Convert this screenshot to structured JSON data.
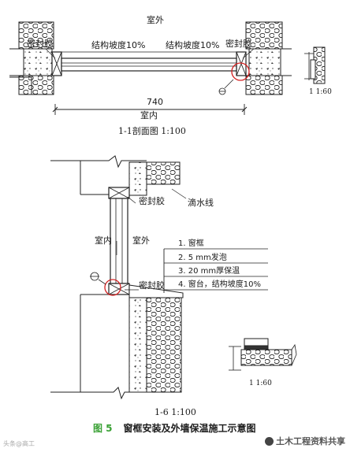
{
  "section_top": {
    "outside_label": "室外",
    "inside_label": "室内",
    "sealant_left": "密封胶",
    "sealant_right": "密封胶",
    "slope_left": "结构坡度10%",
    "slope_right": "结构坡度10%",
    "dimension": "740",
    "caption": "1-1剖面图 1:100",
    "detail_caption": "1   1:60"
  },
  "section_bottom": {
    "sealant_top": "密封胶",
    "drip_label": "滴水线",
    "inside_label": "室内",
    "outside_label": "室外",
    "sealant_bottom": "密封胶",
    "legend": [
      "1. 窗框",
      "2. 5 mm发泡",
      "3. 20 mm厚保温",
      "4. 窗台，结构坡度10%"
    ],
    "detail_caption": "1   1:60",
    "caption": "1-6 1:100"
  },
  "figure": {
    "number": "图 5",
    "title": "窗框安装及外墙保温施工示意图"
  },
  "watermark": {
    "right": "土木工程资料共享",
    "left": "头条@高工"
  },
  "colors": {
    "figure_number": "#3aa135",
    "line": "#1a1a1a"
  }
}
